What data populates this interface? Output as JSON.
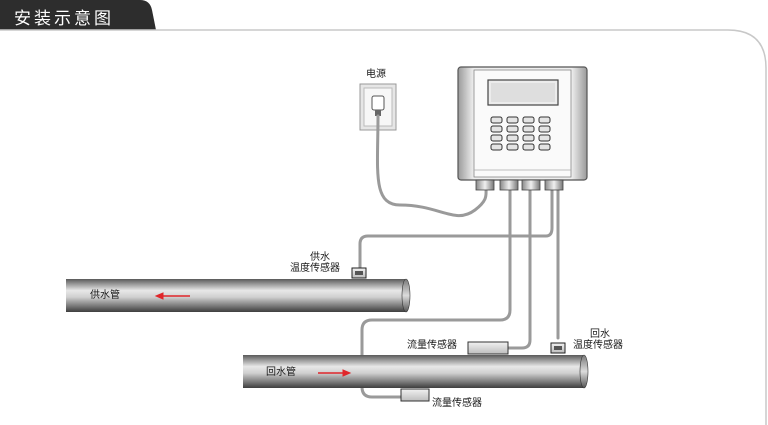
{
  "title": "安装示意图",
  "labels": {
    "power": "电源",
    "supply_sensor_line1": "供水",
    "supply_sensor_line2": "温度传感器",
    "supply_pipe": "供水管",
    "return_sensor_line1": "回水",
    "return_sensor_line2": "温度传感器",
    "return_pipe": "回水管",
    "flow_sensor_top": "流量传感器",
    "flow_sensor_bottom": "流量传感器"
  },
  "colors": {
    "tab": "#2d2d2d",
    "frame": "#c8c8c8",
    "pipe_dark": "#4a4a4a",
    "pipe_light": "#d8d8d8",
    "cable": "#9a9a9a",
    "arrow": "#e0262a"
  }
}
